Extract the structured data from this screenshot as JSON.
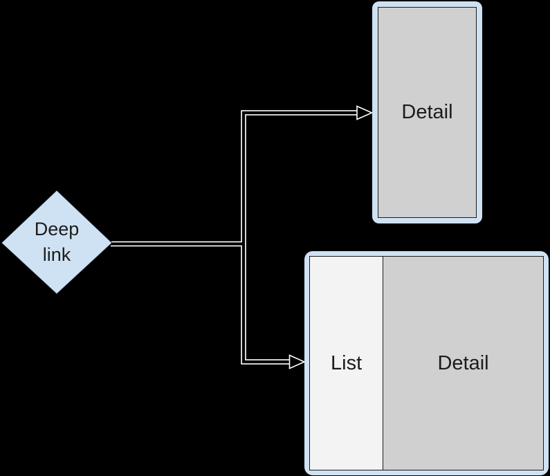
{
  "colors": {
    "background": "#000000",
    "node_blue": "#cfe2f3",
    "screen_gray": "#d0d0d0",
    "list_light_gray": "#f3f3f3",
    "connector_halo": "#ffffff",
    "connector_core": "#000000",
    "text": "#1c1c1c"
  },
  "nodes": {
    "deep_link": {
      "label": "Deep\nlink",
      "fill": "#cfe2f3"
    },
    "phone": {
      "label": "Detail",
      "frame_color": "#cfe2f3",
      "screen_fill": "#d0d0d0"
    },
    "tablet": {
      "frame_color": "#cfe2f3",
      "panes": [
        {
          "label": "List",
          "fill": "#f3f3f3"
        },
        {
          "label": "Detail",
          "fill": "#d0d0d0"
        }
      ]
    }
  },
  "connectors": [
    {
      "from": "deep-link",
      "to": "phone-detail"
    },
    {
      "from": "deep-link",
      "to": "tablet-list-detail"
    }
  ]
}
